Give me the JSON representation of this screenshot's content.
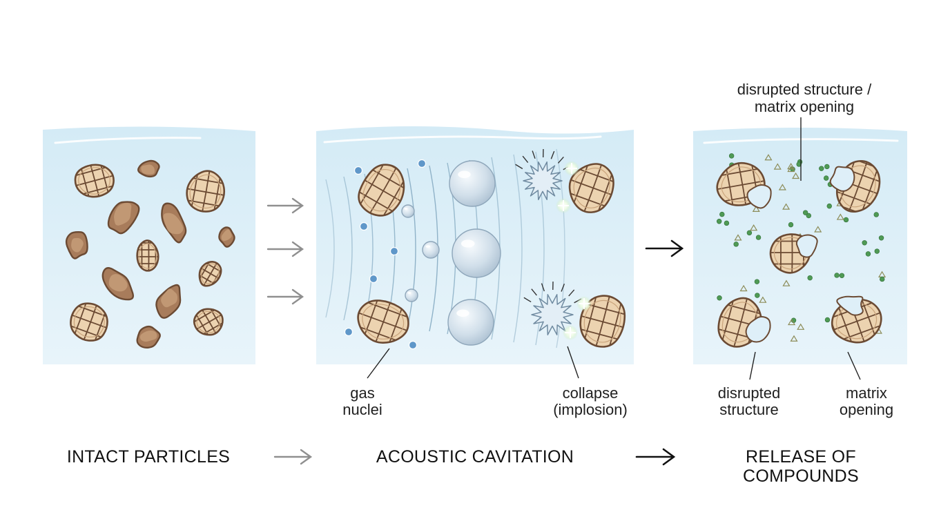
{
  "panels": [
    {
      "id": "intact",
      "title": "INTACT PARTICLES"
    },
    {
      "id": "cavitation",
      "title": "ACOUSTIC CAVITATION",
      "labels": {
        "gas_nuclei_1": "gas",
        "gas_nuclei_2": "nuclei",
        "collapse_1": "collapse",
        "collapse_2": "(implosion)"
      }
    },
    {
      "id": "release",
      "title_1": "RELEASE OF",
      "title_2": "COMPOUNDS",
      "labels": {
        "top_1": "disrupted structure /",
        "top_2": "matrix opening",
        "disrupted_1": "disrupted",
        "disrupted_2": "structure",
        "matrix_1": "matrix",
        "matrix_2": "opening"
      }
    }
  ],
  "colors": {
    "water_top": "#d6ecf6",
    "water_bottom": "#e9f5fb",
    "particle_fill": "#ecd3b0",
    "particle_stroke": "#6b4a33",
    "particle_rock": "#a87c5b",
    "bubble": "#c9d9e6",
    "nucleus": "#5f97c9",
    "compound_dot": "#4f9a55",
    "compound_triangle": "#8c8c58",
    "arrow_gray": "#8f8f8f",
    "arrow_black": "#111111"
  }
}
